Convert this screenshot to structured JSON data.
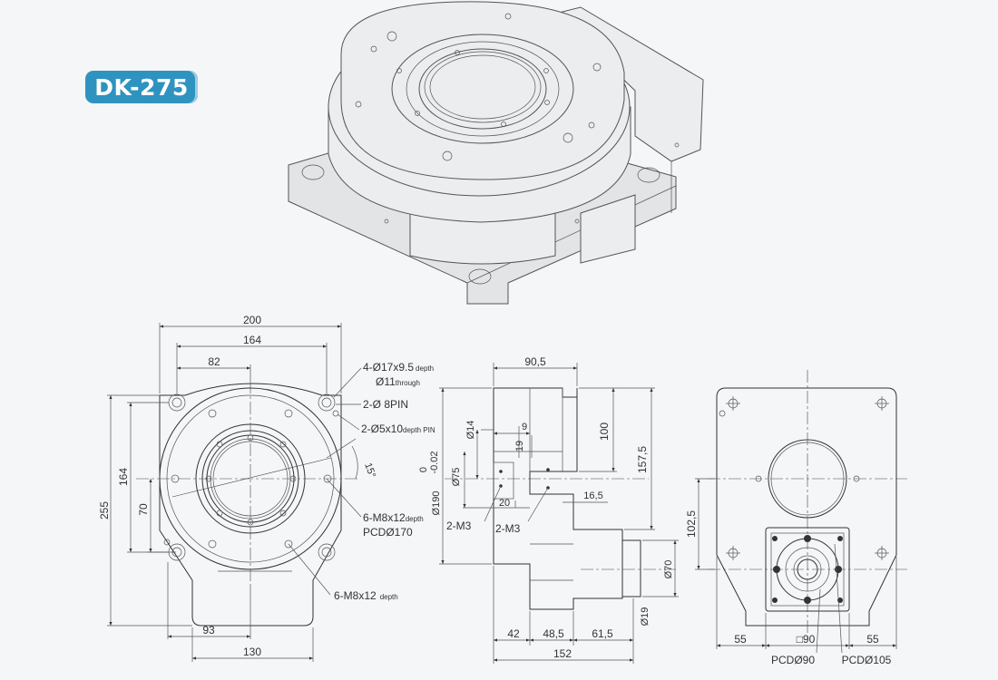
{
  "model": "DK-275",
  "front": {
    "dims": {
      "w200": "200",
      "w164": "164",
      "w82": "82",
      "h255": "255",
      "h164": "164",
      "h70": "70",
      "w93": "93",
      "w130": "130"
    },
    "notes": {
      "mount": "4-Ø17x9.5",
      "mount_sub": "depth",
      "through": "Ø11",
      "through_sub": "through",
      "pin8": "2-Ø 8PIN",
      "pin5": "2-Ø5x10",
      "pin5_sub": "depth PIN",
      "angle": "15°",
      "m8a": "6-M8x12",
      "m8a_sub": "depth",
      "pcd170": "PCDØ170",
      "m8b": "6-M8x12",
      "m8b_sub": "depth"
    }
  },
  "side": {
    "dims": {
      "w90_5": "90,5",
      "h100": "100",
      "h157_5": "157,5",
      "d14": "Ø14",
      "d9": "9",
      "d19": "19",
      "zero": "0",
      "tol": "-0.02",
      "d190": "Ø190",
      "d75": "Ø75",
      "d20": "20",
      "d16_5": "16,5",
      "m3a": "2-M3",
      "m3b": "2-M3",
      "d70": "Ø70",
      "d19b": "Ø19",
      "w42": "42",
      "w48_5": "48,5",
      "w61_5": "61,5",
      "w152": "152"
    }
  },
  "back": {
    "dims": {
      "h102_5": "102,5",
      "w55a": "55",
      "sq90": "□90",
      "w55b": "55",
      "pcd90": "PCDØ90",
      "pcd105": "PCDØ105"
    }
  }
}
